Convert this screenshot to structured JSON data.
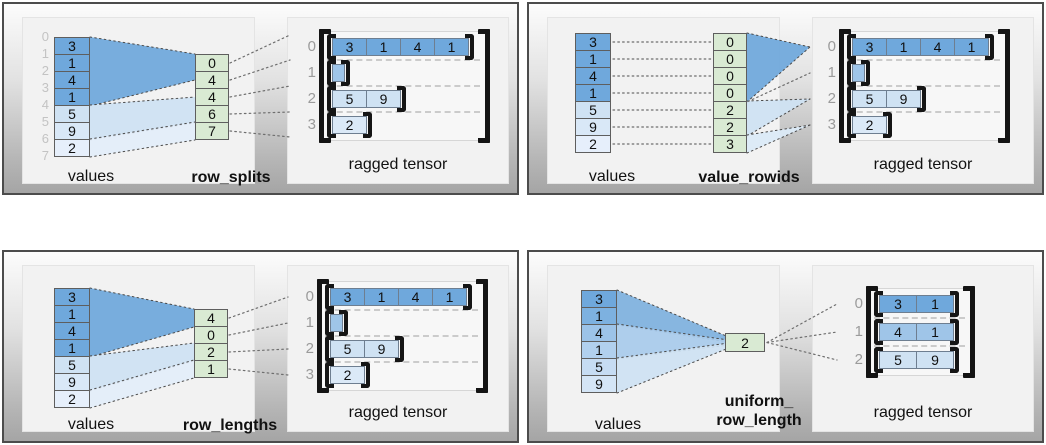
{
  "colors": {
    "value_dark": "#6fa8dc",
    "value_light": "#cfe2f3",
    "param_green": "#d9ead3",
    "empty_row_cell": "#9fc5e8"
  },
  "panels": [
    {
      "name": "row_splits",
      "values_label": "values",
      "param_label_lines": [
        "row_splits"
      ],
      "values": [
        "3",
        "1",
        "4",
        "1",
        "5",
        "9",
        "2"
      ],
      "values_colors": [
        "#6fa8dc",
        "#6fa8dc",
        "#6fa8dc",
        "#6fa8dc",
        "#cfe2f3",
        "#d9e8f7",
        "#e6effb"
      ],
      "value_boundary_indices": [
        "0",
        "1",
        "2",
        "3",
        "4",
        "5",
        "6",
        "7"
      ],
      "param_cells": [
        "0",
        "4",
        "4",
        "6",
        "7"
      ],
      "param_color": "#d9ead3",
      "fan_colors": [
        "#6fa8dc",
        "#cfe2f3",
        "#e3eefa"
      ],
      "ragged_label": "ragged tensor",
      "ragged_rows": [
        {
          "index": "0",
          "cells": [
            "3",
            "1",
            "4",
            "1"
          ],
          "color": "#6fa8dc"
        },
        {
          "index": "1",
          "cells": [],
          "color": "#9fc5e8"
        },
        {
          "index": "2",
          "cells": [
            "5",
            "9"
          ],
          "color": "#cfe2f3"
        },
        {
          "index": "3",
          "cells": [
            "2"
          ],
          "color": "#dbe9f7"
        }
      ]
    },
    {
      "name": "value_rowids",
      "values_label": "values",
      "param_label_lines": [
        "value_rowids"
      ],
      "values": [
        "3",
        "1",
        "4",
        "1",
        "5",
        "9",
        "2"
      ],
      "values_colors": [
        "#6fa8dc",
        "#6fa8dc",
        "#6fa8dc",
        "#6fa8dc",
        "#cfe2f3",
        "#d9e8f7",
        "#e6effb"
      ],
      "value_boundary_indices": null,
      "param_cells": [
        "0",
        "0",
        "0",
        "0",
        "2",
        "2",
        "3"
      ],
      "param_color": "#d9ead3",
      "fan_colors": [
        "#6fa8dc",
        "#cfe2f3",
        "#dcebf8"
      ],
      "ragged_label": "ragged tensor",
      "ragged_rows": [
        {
          "index": "0",
          "cells": [
            "3",
            "1",
            "4",
            "1"
          ],
          "color": "#6fa8dc"
        },
        {
          "index": "1",
          "cells": [],
          "color": "#9fc5e8"
        },
        {
          "index": "2",
          "cells": [
            "5",
            "9"
          ],
          "color": "#cfe2f3"
        },
        {
          "index": "3",
          "cells": [
            "2"
          ],
          "color": "#dbe9f7"
        }
      ]
    },
    {
      "name": "row_lengths",
      "values_label": "values",
      "param_label_lines": [
        "row_lengths"
      ],
      "values": [
        "3",
        "1",
        "4",
        "1",
        "5",
        "9",
        "2"
      ],
      "values_colors": [
        "#6fa8dc",
        "#6fa8dc",
        "#6fa8dc",
        "#6fa8dc",
        "#cfe2f3",
        "#d9e8f7",
        "#e6effb"
      ],
      "value_boundary_indices": null,
      "param_cells": [
        "4",
        "0",
        "2",
        "1"
      ],
      "param_color": "#d9ead3",
      "fan_colors": [
        "#6fa8dc",
        "#cfe2f3",
        "#e3eefa"
      ],
      "ragged_label": "ragged tensor",
      "ragged_rows": [
        {
          "index": "0",
          "cells": [
            "3",
            "1",
            "4",
            "1"
          ],
          "color": "#6fa8dc"
        },
        {
          "index": "1",
          "cells": [],
          "color": "#9fc5e8"
        },
        {
          "index": "2",
          "cells": [
            "5",
            "9"
          ],
          "color": "#cfe2f3"
        },
        {
          "index": "3",
          "cells": [
            "2"
          ],
          "color": "#dbe9f7"
        }
      ]
    },
    {
      "name": "uniform_row_length",
      "values_label": "values",
      "param_label_lines": [
        "uniform_",
        "row_length"
      ],
      "values": [
        "3",
        "1",
        "4",
        "1",
        "5",
        "9"
      ],
      "values_colors": [
        "#6fa8dc",
        "#7db1e0",
        "#9cc3e8",
        "#b1d0ee",
        "#c6dcf3",
        "#d4e5f6"
      ],
      "value_boundary_indices": null,
      "param_cells": [
        "2"
      ],
      "param_color": "#d9ead3",
      "fan_colors": [
        "#7fb1df",
        "#a9cbec",
        "#cfe2f3"
      ],
      "ragged_label": "ragged tensor",
      "ragged_rows": [
        {
          "index": "0",
          "cells": [
            "3",
            "1"
          ],
          "color": "#6fa8dc"
        },
        {
          "index": "1",
          "cells": [
            "4",
            "1"
          ],
          "color": "#9fc5e8"
        },
        {
          "index": "2",
          "cells": [
            "5",
            "9"
          ],
          "color": "#cfe2f3"
        }
      ]
    }
  ]
}
